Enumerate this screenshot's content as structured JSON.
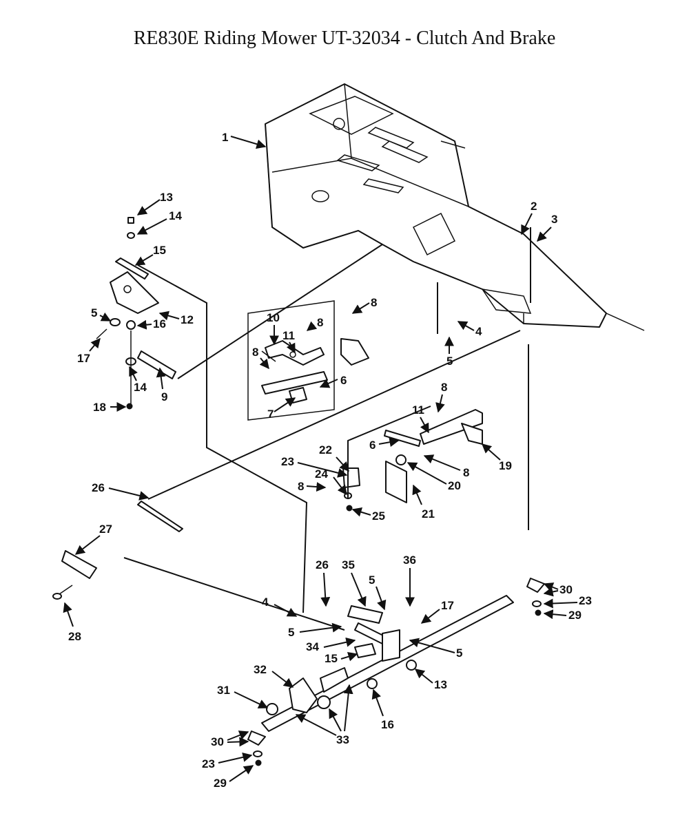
{
  "title": "RE830E Riding Mower UT-32034 - Clutch And Brake",
  "colors": {
    "ink": "#111111",
    "paper": "#ffffff"
  },
  "callouts": {
    "c1": "1",
    "c2": "2",
    "c3": "3",
    "c4a": "4",
    "c4b": "4",
    "c5a": "5",
    "c5b": "5",
    "c5c": "5",
    "c5d": "5",
    "c5e": "5",
    "c6a": "6",
    "c6b": "6",
    "c7": "7",
    "c8a": "8",
    "c8b": "8",
    "c8c": "8",
    "c8d": "8",
    "c8e": "8",
    "c8f": "8",
    "c9": "9",
    "c10": "10",
    "c11a": "11",
    "c11b": "11",
    "c12": "12",
    "c13a": "13",
    "c13b": "13",
    "c14a": "14",
    "c14b": "14",
    "c15a": "15",
    "c15b": "15",
    "c16a": "16",
    "c16b": "16",
    "c17a": "17",
    "c17b": "17",
    "c18": "18",
    "c19": "19",
    "c20": "20",
    "c21": "21",
    "c22": "22",
    "c23a": "23",
    "c23b": "23",
    "c23c": "23",
    "c24": "24",
    "c25": "25",
    "c26a": "26",
    "c26b": "26",
    "c27": "27",
    "c28": "28",
    "c29a": "29",
    "c29b": "29",
    "c30a": "30",
    "c30b": "30",
    "c31": "31",
    "c32": "32",
    "c33": "33",
    "c34": "34",
    "c35": "35",
    "c36": "36"
  }
}
